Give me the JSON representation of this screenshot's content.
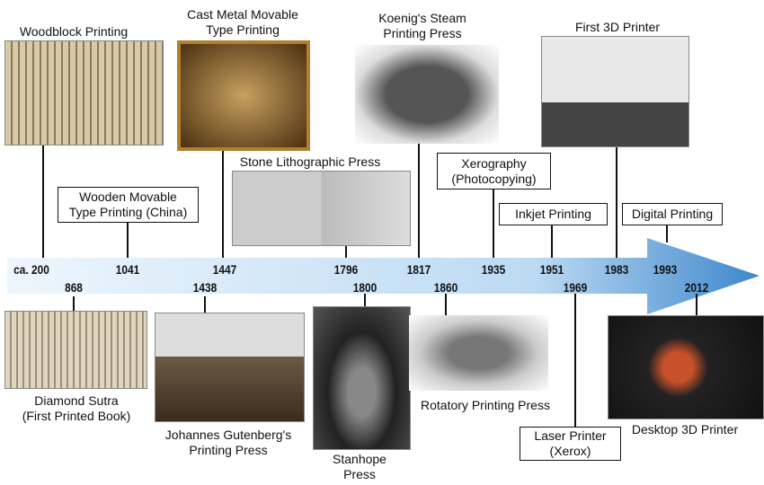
{
  "years_top": [
    "ca. 200",
    "1041",
    "1447",
    "1796",
    "1817",
    "1935",
    "1951",
    "1983",
    "1993"
  ],
  "years_bottom": [
    "868",
    "1438",
    "1800",
    "1860",
    "1969",
    "2012"
  ],
  "events": {
    "woodblock": "Woodblock Printing",
    "cast_metal": "Cast Metal Movable\nType Printing",
    "koenig": "Koenig's Steam\nPrinting Press",
    "first_3d": "First 3D Printer",
    "wooden_movable": "Wooden Movable\nType Printing (China)",
    "stone_litho": "Stone Lithographic Press",
    "xerography": "Xerography\n(Photocopying)",
    "inkjet": "Inkjet Printing",
    "digital": "Digital Printing",
    "diamond_sutra": "Diamond Sutra\n(First Printed Book)",
    "gutenberg": "Johannes Gutenberg's\nPrinting Press",
    "stanhope": "Stanhope\nPress",
    "rotatory": "Rotatory Printing Press",
    "laser": "Laser Printer\n(Xerox)",
    "desktop_3d": "Desktop 3D Printer"
  },
  "colors": {
    "arrow_start": "#e8f3fc",
    "arrow_end": "#4a90d0"
  }
}
